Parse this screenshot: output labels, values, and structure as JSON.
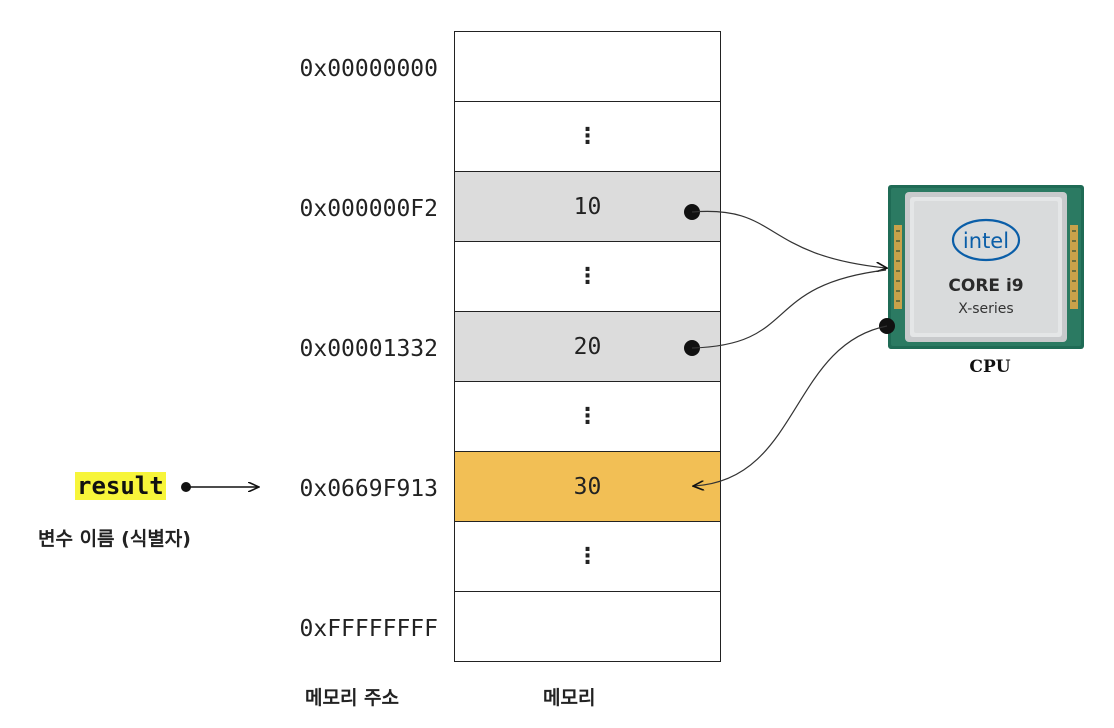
{
  "memory": {
    "cells": [
      {
        "address": "0x00000000",
        "value": "",
        "style": "plain"
      },
      {
        "address": "",
        "value": "⋮",
        "style": "dots"
      },
      {
        "address": "0x000000F2",
        "value": "10",
        "style": "gray"
      },
      {
        "address": "",
        "value": "⋮",
        "style": "dots"
      },
      {
        "address": "0x00001332",
        "value": "20",
        "style": "gray"
      },
      {
        "address": "",
        "value": "⋮",
        "style": "dots"
      },
      {
        "address": "0x0669F913",
        "value": "30",
        "style": "orange"
      },
      {
        "address": "",
        "value": "⋮",
        "style": "dots"
      },
      {
        "address": "0xFFFFFFFF",
        "value": "",
        "style": "plain"
      }
    ]
  },
  "variable": {
    "name": "result",
    "caption": "변수 이름 (식별자)"
  },
  "captions": {
    "memory_address": "메모리 주소",
    "memory": "메모리"
  },
  "cpu": {
    "brand": "intel",
    "model": "CORE i9",
    "series": "X-series",
    "label": "CPU"
  },
  "colors": {
    "highlight_yellow": "#f7f53a",
    "gray_cell": "#dcdcdc",
    "result_cell": "#f2bf55"
  }
}
